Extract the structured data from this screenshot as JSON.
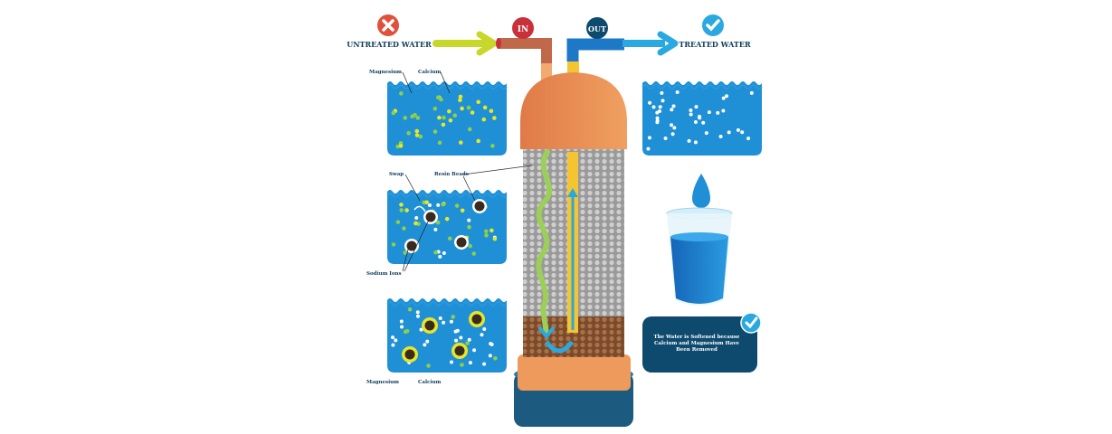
{
  "header": {
    "untreated_label": "UNTREATED WATER",
    "treated_label": "TREATED WATER",
    "in_label": "IN",
    "out_label": "OUT"
  },
  "left_panels": {
    "top": {
      "label_magnesium": "Magnesium",
      "label_calcium": "Calcium"
    },
    "middle": {
      "label_swap": "Swap",
      "label_sodium": "Sodium Ions"
    },
    "bottom": {
      "label_magnesium": "Magnesium",
      "label_calcium": "Calcium"
    }
  },
  "tank": {
    "resin_label": "Resin Beads"
  },
  "message": {
    "line1": "The Water is Softened because",
    "line2": "Calcium and Magnesium Have",
    "line3": "Been Removed"
  },
  "colors": {
    "navy": "#0d4a6e",
    "water": "#1f8fd6",
    "orange": "#ec8c55",
    "yellow_green": "#c8d82a",
    "blue_arrow": "#29a9e0",
    "red": "#e0503a"
  }
}
